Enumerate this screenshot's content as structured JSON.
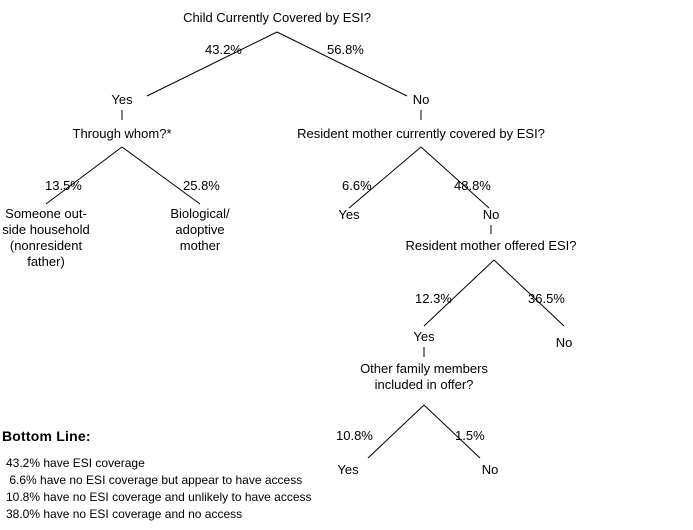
{
  "diagram": {
    "type": "decision-tree",
    "title": "Child Currently Covered by ESI?",
    "nodes": {
      "root": "Child Currently Covered by ESI?",
      "root_yes": "Yes",
      "root_no": "No",
      "through_whom": "Through whom?*",
      "resident_mother_covered": "Resident mother currently covered by ESI?",
      "rm_yes": "Yes",
      "rm_no": "No",
      "resident_mother_offered": "Resident mother offered ESI?",
      "rmo_yes": "Yes",
      "rmo_no": "No",
      "other_family_line1": "Other family members",
      "other_family_line2": "included in offer?",
      "ofm_yes": "Yes",
      "ofm_no": "No"
    },
    "leaves": {
      "someone_outside": [
        "Someone out-",
        "side household",
        "(nonresident",
        "father)"
      ],
      "biological": [
        "Biological/",
        "adoptive",
        "mother"
      ]
    },
    "percents": {
      "root_left": "43.2%",
      "root_right": "56.8%",
      "through_whom_left": "13.5%",
      "through_whom_right": "25.8%",
      "rm_left": "6.6%",
      "rm_right": "48.8%",
      "rmo_left": "12.3%",
      "rmo_right": "36.5%",
      "ofm_left": "10.8%",
      "ofm_right": "1.5%"
    }
  },
  "legend": {
    "title": "Bottom Line:",
    "lines": [
      "43.2% have ESI coverage",
      " 6.6% have no ESI coverage but appear to have access",
      "10.8% have no ESI coverage and unlikely to have access",
      "38.0% have no ESI coverage and no access"
    ]
  },
  "chart_data": {
    "type": "tree",
    "title": "Child Currently Covered by ESI?",
    "branches": [
      {
        "from": "Child Currently Covered by ESI?",
        "label": "Yes",
        "value": 43.2
      },
      {
        "from": "Child Currently Covered by ESI?",
        "label": "No",
        "value": 56.8
      },
      {
        "from": "Through whom?*",
        "label": "Someone outside household (nonresident father)",
        "value": 13.5
      },
      {
        "from": "Through whom?*",
        "label": "Biological/adoptive mother",
        "value": 25.8
      },
      {
        "from": "Resident mother currently covered by ESI?",
        "label": "Yes",
        "value": 6.6
      },
      {
        "from": "Resident mother currently covered by ESI?",
        "label": "No",
        "value": 48.8
      },
      {
        "from": "Resident mother offered ESI?",
        "label": "Yes",
        "value": 12.3
      },
      {
        "from": "Resident mother offered ESI?",
        "label": "No",
        "value": 36.5
      },
      {
        "from": "Other family members included in offer?",
        "label": "Yes",
        "value": 10.8
      },
      {
        "from": "Other family members included in offer?",
        "label": "No",
        "value": 1.5
      }
    ],
    "summary": {
      "have_esi_coverage": 43.2,
      "no_esi_but_appear_access": 6.6,
      "no_esi_unlikely_access": 10.8,
      "no_esi_no_access": 38.0
    }
  },
  "colors": {
    "background": "#ffffff",
    "ink": "#000000"
  }
}
